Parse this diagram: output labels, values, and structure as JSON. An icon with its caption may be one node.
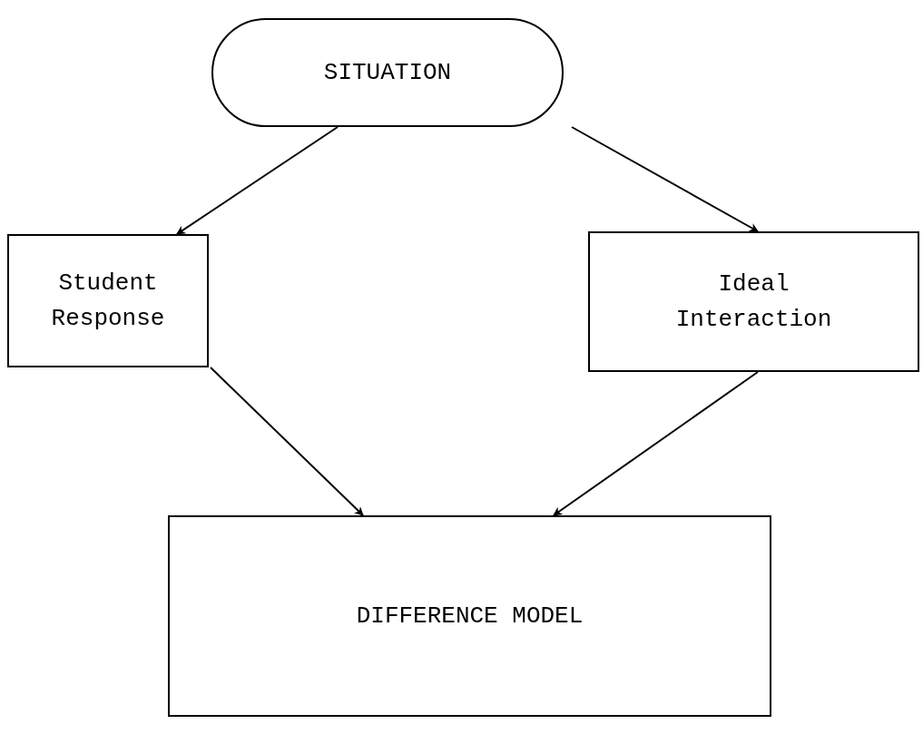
{
  "diagram": {
    "nodes": [
      {
        "text": [
          "SITUATION"
        ]
      },
      {
        "text": [
          "Student Response"
        ]
      },
      {
        "text": [
          "Ideal Interaction"
        ]
      },
      {
        "text": [
          "DIFFERENCE MODEL"
        ]
      }
    ],
    "edges": [
      {
        "from": 0,
        "to": 1,
        "arrow": "to"
      },
      {
        "from": 0,
        "to": 2,
        "arrow": "to"
      },
      {
        "from": 1,
        "to": 3,
        "arrow": "to"
      },
      {
        "from": 2,
        "to": 3,
        "arrow": "to"
      }
    ]
  }
}
